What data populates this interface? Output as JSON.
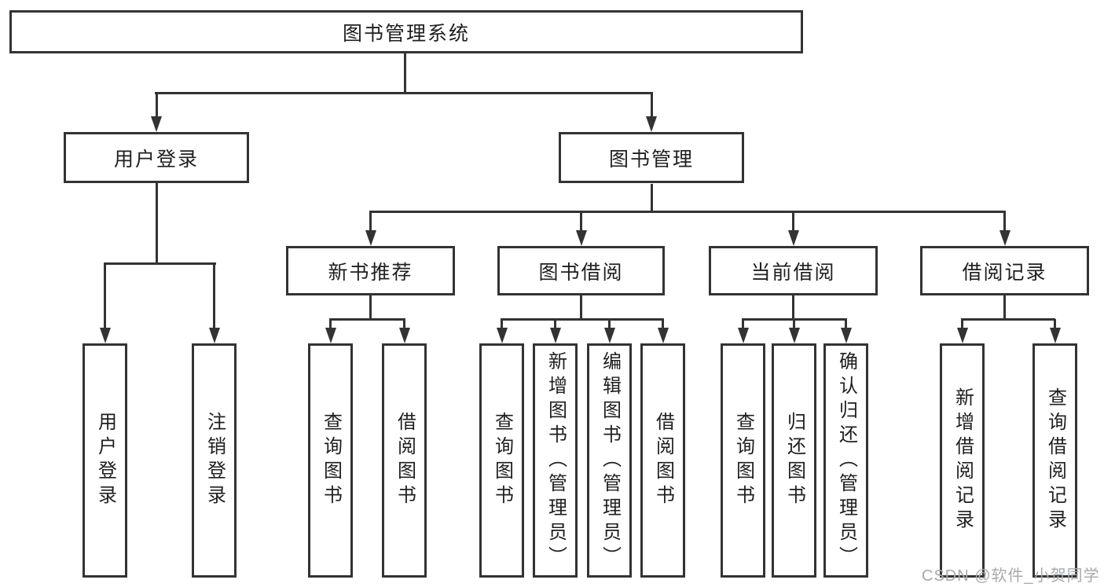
{
  "tree": {
    "label": "图书管理系统",
    "children": [
      {
        "label": "用户登录",
        "children": [
          {
            "label": "用户登录"
          },
          {
            "label": "注销登录"
          }
        ]
      },
      {
        "label": "图书管理",
        "children": [
          {
            "label": "新书推荐",
            "children": [
              {
                "label": "查询图书"
              },
              {
                "label": "借阅图书"
              }
            ]
          },
          {
            "label": "图书借阅",
            "children": [
              {
                "label": "查询图书"
              },
              {
                "label": "新增图书（管理员）"
              },
              {
                "label": "编辑图书（管理员）"
              },
              {
                "label": "借阅图书"
              }
            ]
          },
          {
            "label": "当前借阅",
            "children": [
              {
                "label": "查询图书"
              },
              {
                "label": "归还图书"
              },
              {
                "label": "确认归还（管理员）"
              }
            ]
          },
          {
            "label": "借阅记录",
            "children": [
              {
                "label": "新增借阅记录"
              },
              {
                "label": "查询借阅记录"
              }
            ]
          }
        ]
      }
    ]
  },
  "watermark": {
    "text": "CSDN @软件_小贺同学"
  },
  "colors": {
    "line": "#333333",
    "box_border": "#333333",
    "text": "#1f1f1f",
    "watermark": "#a6aaae",
    "background": "#ffffff"
  }
}
